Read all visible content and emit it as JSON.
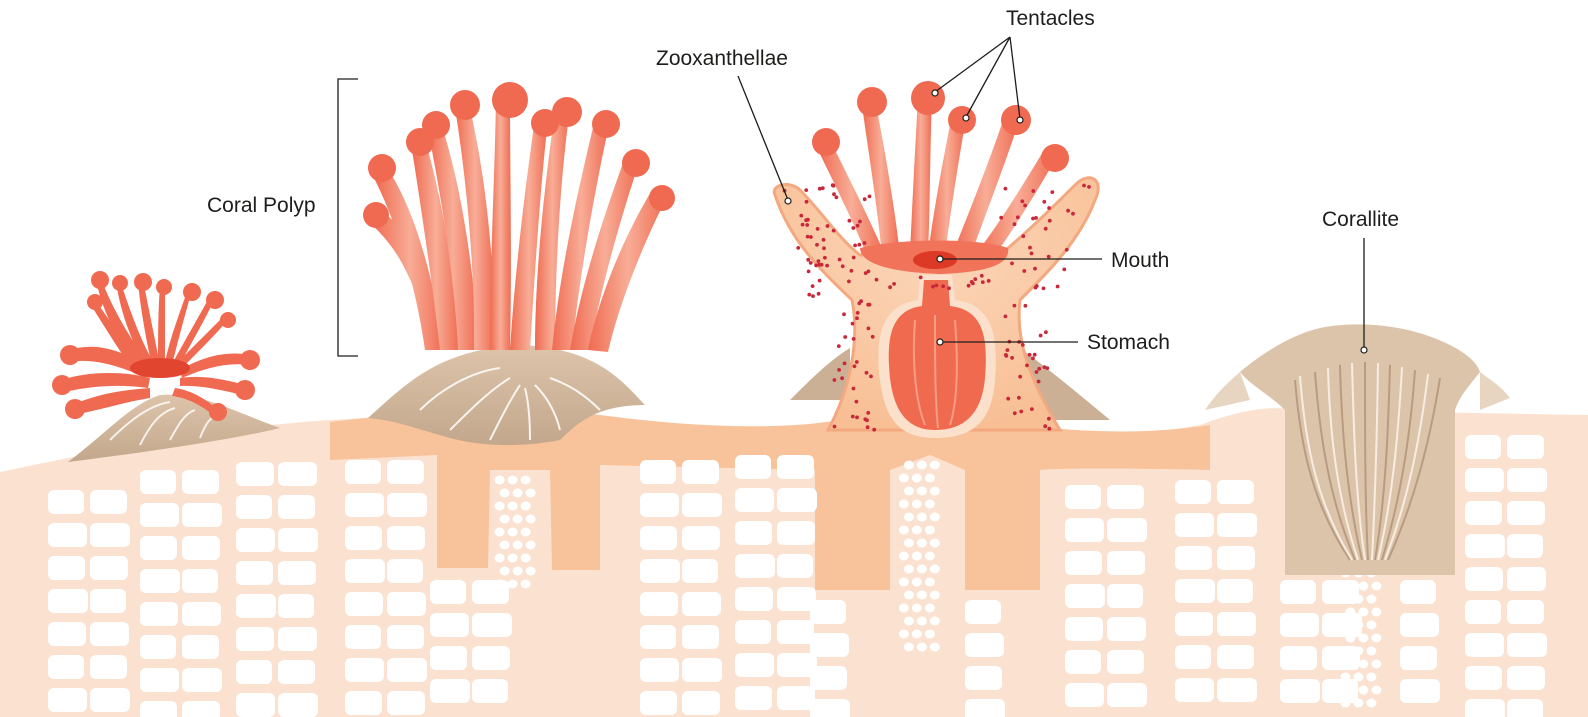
{
  "labels": {
    "coral_polyp": "Coral Polyp",
    "zooxanthellae": "Zooxanthellae",
    "tentacles": "Tentacles",
    "mouth": "Mouth",
    "stomach": "Stomach",
    "corallite": "Corallite"
  },
  "colors": {
    "tissue": "#f9c39c",
    "tissue_light": "#fbe0cc",
    "skeleton_cells": "#ffffff",
    "polyp_tentacle": "#f07258",
    "polyp_tentacle_light": "#f7a58f",
    "calyx": "#d8bea3",
    "calyx_dark": "#b49479",
    "algae_dots": "#c8283a",
    "line": "#1d1d1b"
  }
}
